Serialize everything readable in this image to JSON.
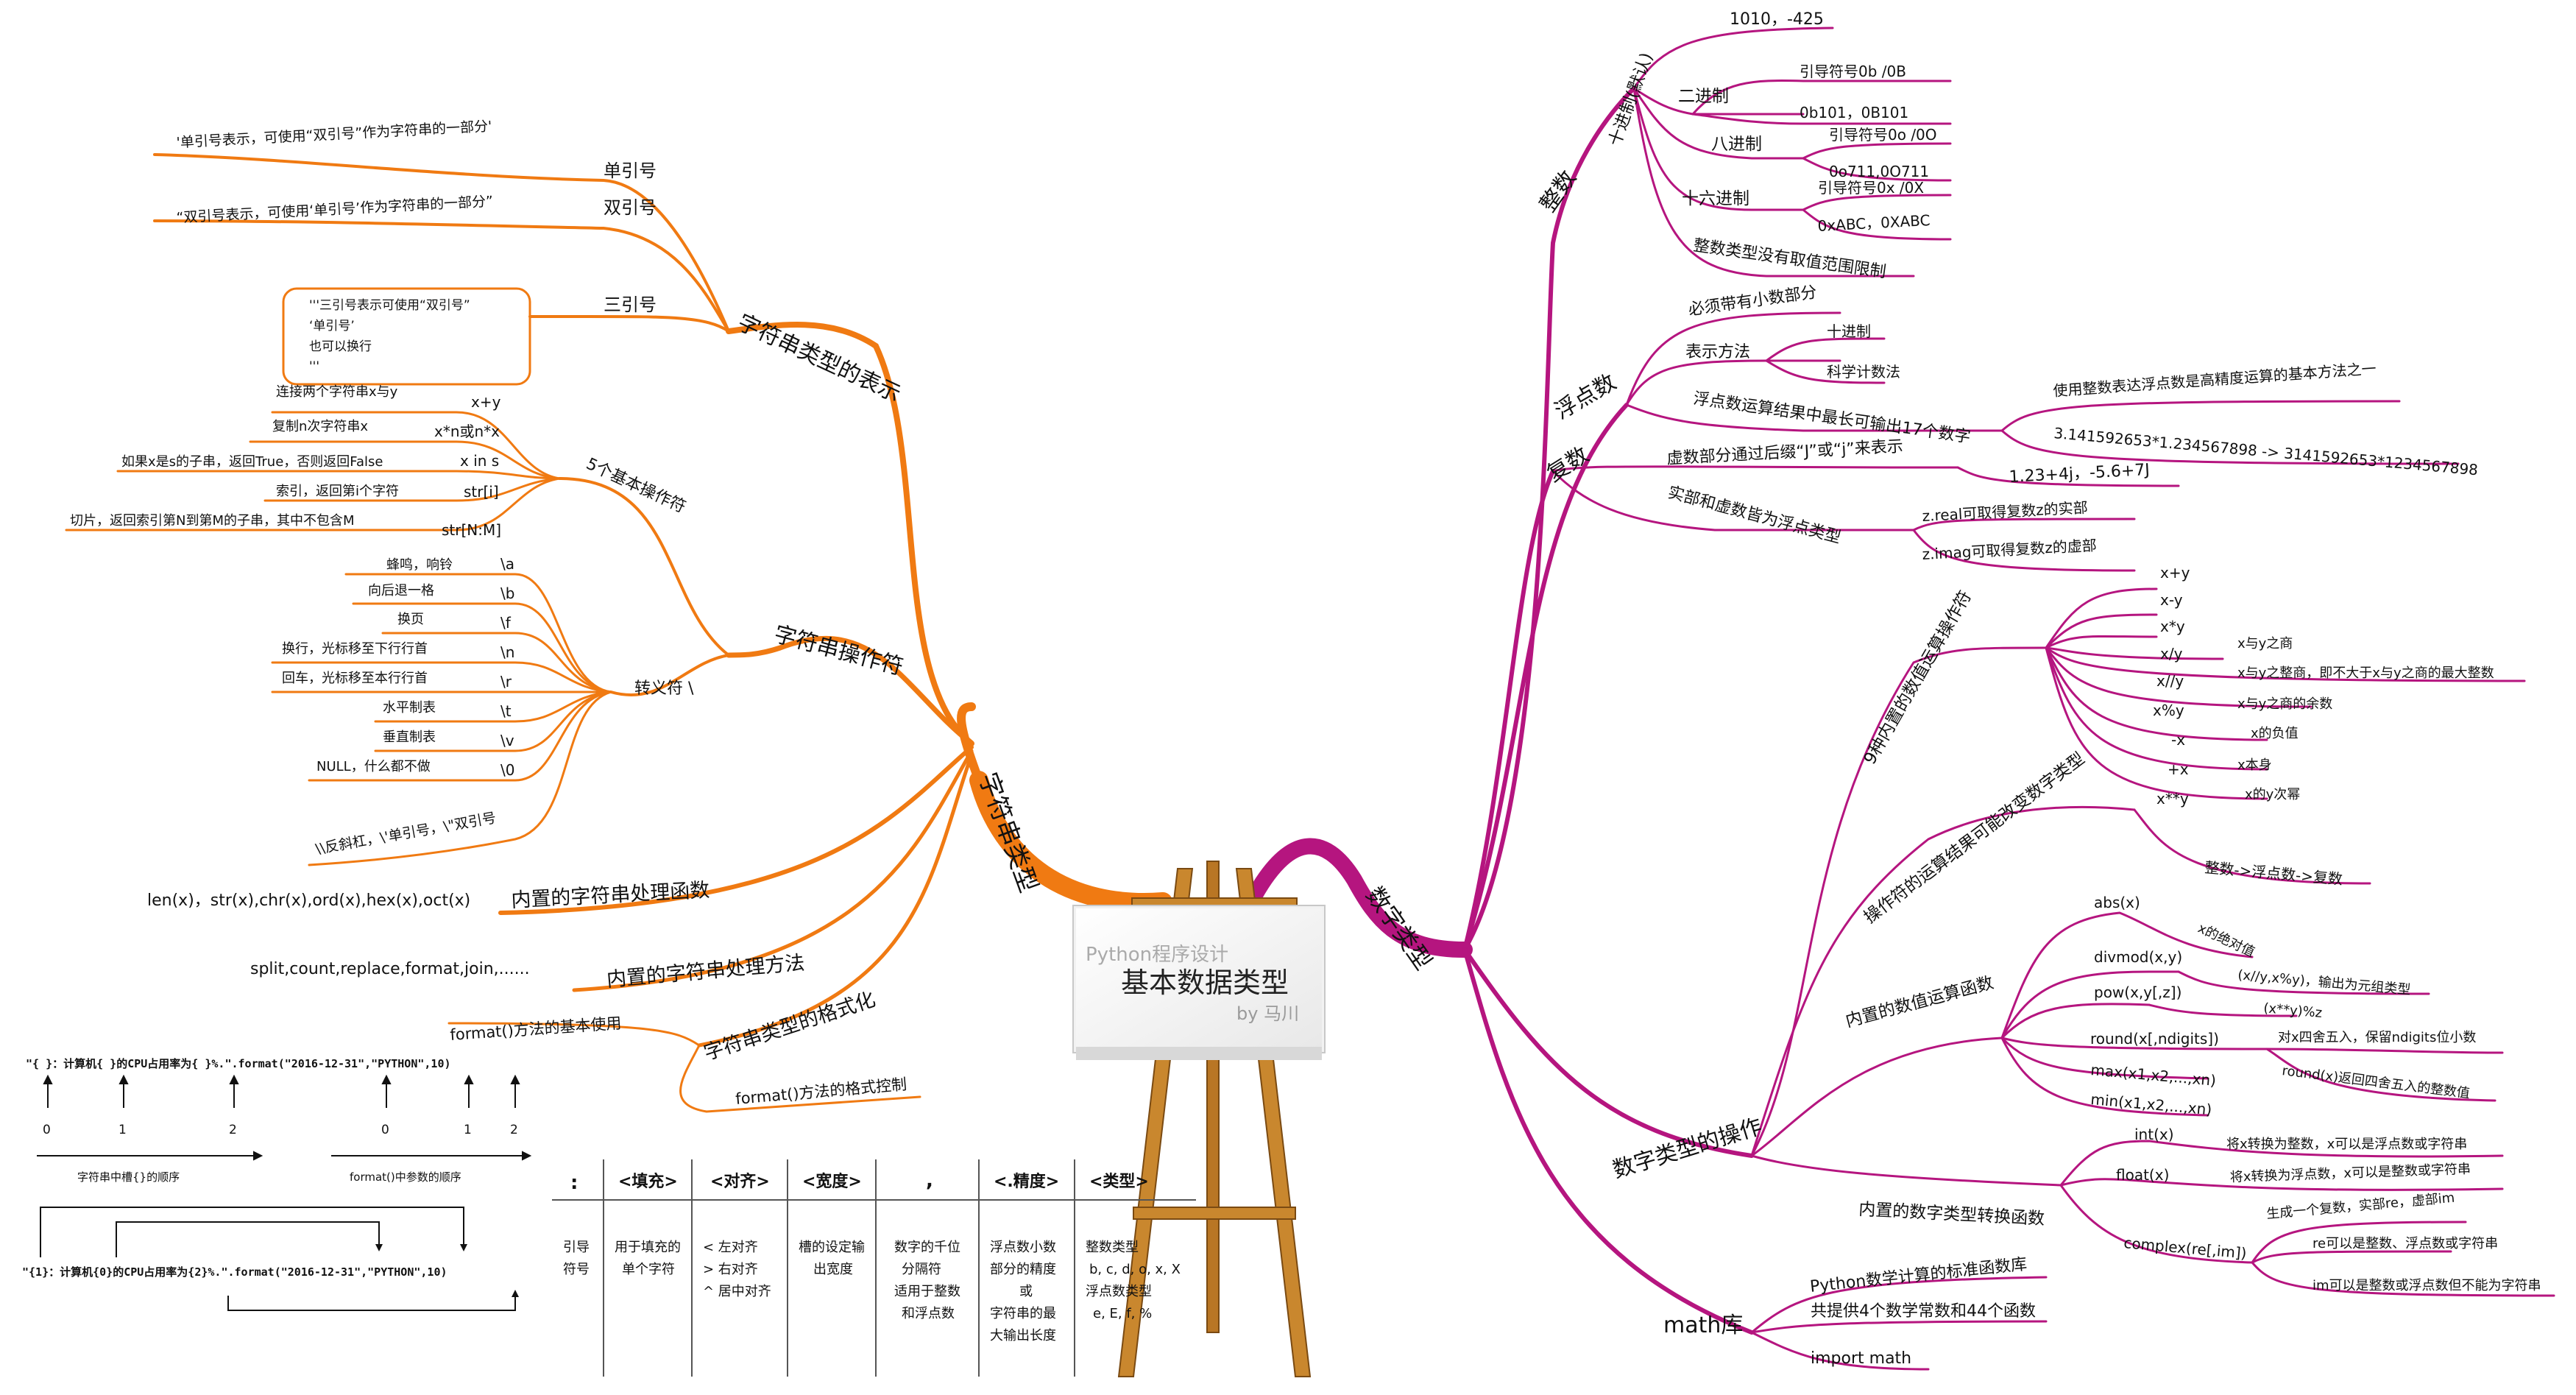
{
  "center": {
    "subtitle": "Python程序设计",
    "title": "基本数据类型",
    "byline": "by 马川"
  },
  "colors": {
    "string_branch": "#f07a12",
    "number_branch": "#b5157f",
    "text": "#111111"
  },
  "string_side": {
    "root": "字符串类型",
    "representation": {
      "label": "字符串类型的表示",
      "single": "单引号",
      "single_note": "'单引号表示，可使用“双引号”作为字符串的一部分'",
      "double": "双引号",
      "double_note": "“双引号表示，可使用‘单引号’作为字符串的一部分”",
      "triple": "三引号",
      "triple_note": [
        "'''三引号表示可使用“双引号”",
        "‘单引号’",
        "也可以换行",
        "'''"
      ]
    },
    "operations": {
      "label": "字符串操作符",
      "basic": "5个基本操作符",
      "basic_items": [
        {
          "op": "x+y",
          "desc": "连接两个字符串x与y"
        },
        {
          "op": "x*n或n*x",
          "desc": "复制n次字符串x"
        },
        {
          "op": "x in s",
          "desc": "如果x是s的子串，返回True，否则返回False"
        },
        {
          "op": "str[i]",
          "desc": "索引，返回第i个字符"
        },
        {
          "op": "str[N:M]",
          "desc": "切片，返回索引第N到第M的子串，其中不包含M"
        }
      ],
      "escape": "转义符 \\",
      "escape_items": [
        {
          "op": "\\a",
          "desc": "蜂鸣，响铃"
        },
        {
          "op": "\\b",
          "desc": "向后退一格"
        },
        {
          "op": "\\f",
          "desc": "换页"
        },
        {
          "op": "\\n",
          "desc": "换行，光标移至下行行首"
        },
        {
          "op": "\\r",
          "desc": "回车，光标移至本行行首"
        },
        {
          "op": "\\t",
          "desc": "水平制表"
        },
        {
          "op": "\\v",
          "desc": "垂直制表"
        },
        {
          "op": "\\0",
          "desc": "NULL，什么都不做"
        }
      ],
      "backslash": "\\\\反斜杠，\\'单引号，\\\"双引号"
    },
    "builtin_funcs": {
      "label": "内置的字符串处理函数",
      "items": "len(x)，str(x),chr(x),ord(x),hex(x),oct(x)"
    },
    "builtin_methods": {
      "label": "内置的字符串处理方法",
      "items": "split,count,replace,format,join,......"
    },
    "format": {
      "label": "字符串类型的格式化",
      "basic": "format()方法的基本使用",
      "control": "format()方法的格式控制"
    }
  },
  "format_demo": {
    "line1": "\"{ }：计算机{ }的CPU占用率为{ }%.\".format(\"2016-12-31\",\"PYTHON\",10)",
    "slot_indices": [
      "0",
      "1",
      "2"
    ],
    "arg_indices": [
      "0",
      "1",
      "2"
    ],
    "slots_caption": "字符串中槽{}的顺序",
    "args_caption": "format()中参数的顺序",
    "line2": "\"{1}：计算机{0}的CPU占用率为{2}%.\".format(\"2016-12-31\",\"PYTHON\",10)"
  },
  "format_table": {
    "headers": [
      ":",
      "<填充>",
      "<对齐>",
      "<宽度>",
      ",",
      "<.精度>",
      "<类型>"
    ],
    "cells": [
      [
        "引导",
        "符号"
      ],
      [
        "用于填充的",
        "单个字符"
      ],
      [
        "<   左对齐",
        ">   右对齐",
        "^ 居中对齐"
      ],
      [
        "槽的设定输",
        "出宽度"
      ],
      [
        "数字的千位",
        "分隔符",
        "适用于整数",
        "和浮点数"
      ],
      [
        "浮点数小数",
        "部分的精度",
        "或",
        "字符串的最",
        "大输出长度"
      ],
      [
        "整数类型",
        "b, c, d, o, x, X",
        "浮点数类型",
        "e, E, f, %"
      ]
    ]
  },
  "number_side": {
    "root": "数字类型",
    "integer": {
      "label": "整数",
      "decimal": "十进制(默认)",
      "decimal_ex": "1010，-425",
      "binary": "二进制",
      "binary_prefix": "引导符号0b /0B",
      "binary_ex": "0b101，0B101",
      "octal": "八进制",
      "octal_prefix": "引导符号0o /0O",
      "octal_ex": "0o711,0O711",
      "hex": "十六进制",
      "hex_prefix": "引导符号0x /0X",
      "hex_ex": "0xABC，0XABC",
      "unlimited": "整数类型没有取值范围限制"
    },
    "float": {
      "label": "浮点数",
      "must_decimal": "必须带有小数部分",
      "notation": "表示方法",
      "notation_a": "十进制",
      "notation_b": "科学计数法",
      "precision": "浮点数运算结果中最长可输出17个数字",
      "precision_tip": "使用整数表达浮点数是高精度运算的基本方法之一",
      "precision_ex": "3.141592653*1.234567898 -> 3141592653*1234567898"
    },
    "complex": {
      "label": "复数",
      "suffix": "虚数部分通过后缀“J”或“j”来表示",
      "suffix_ex": "1.23+4j，-5.6+7J",
      "parts": "实部和虚数皆为浮点类型",
      "real": "z.real可取得复数z的实部",
      "imag": "z.imag可取得复数z的虚部"
    },
    "operations": {
      "label": "数字类型的操作",
      "ops": "9种内置的数值运算操作符",
      "op_items": [
        {
          "op": "x+y",
          "desc": ""
        },
        {
          "op": "x-y",
          "desc": ""
        },
        {
          "op": "x*y",
          "desc": ""
        },
        {
          "op": "x/y",
          "desc": "x与y之商"
        },
        {
          "op": "x//y",
          "desc": "x与y之整商，即不大于x与y之商的最大整数"
        },
        {
          "op": "x%y",
          "desc": "x与y之商的余数"
        },
        {
          "op": "-x",
          "desc": "x的负值"
        },
        {
          "op": "+x",
          "desc": "x本身"
        },
        {
          "op": "x**y",
          "desc": "x的y次幂"
        }
      ],
      "change": "操作符的运算结果可能改变数字类型",
      "change_desc": "整数->浮点数->复数",
      "funcs": "内置的数值运算函数",
      "abs": "abs(x)",
      "abs_desc": "x的绝对值",
      "divmod": "divmod(x,y)",
      "divmod_desc": "(x//y,x%y)，输出为元组类型",
      "pow": "pow(x,y[,z])",
      "pow_desc": "(x**y)%z",
      "round": "round(x[,ndigits])",
      "round_desc": "对x四舍五入，保留ndigits位小数",
      "round_desc2": "round(x)返回四舍五入的整数值",
      "max": "max(x1,x2,...,xn)",
      "min": "min(x1,x2,...,xn)",
      "convert": "内置的数字类型转换函数",
      "int": "int(x)",
      "int_desc": "将x转换为整数，x可以是浮点数或字符串",
      "float": "float(x)",
      "float_desc": "将x转换为浮点数，x可以是整数或字符串",
      "complex": "complex(re[,im])",
      "complex_d1": "生成一个复数，实部re，虚部im",
      "complex_d2": "re可以是整数、浮点数或字符串",
      "complex_d3": "im可以是整数或浮点数但不能为字符串"
    },
    "math": {
      "label": "math库",
      "a": "Python数学计算的标准函数库",
      "b": "共提供4个数学常数和44个函数",
      "c": "import math"
    }
  }
}
